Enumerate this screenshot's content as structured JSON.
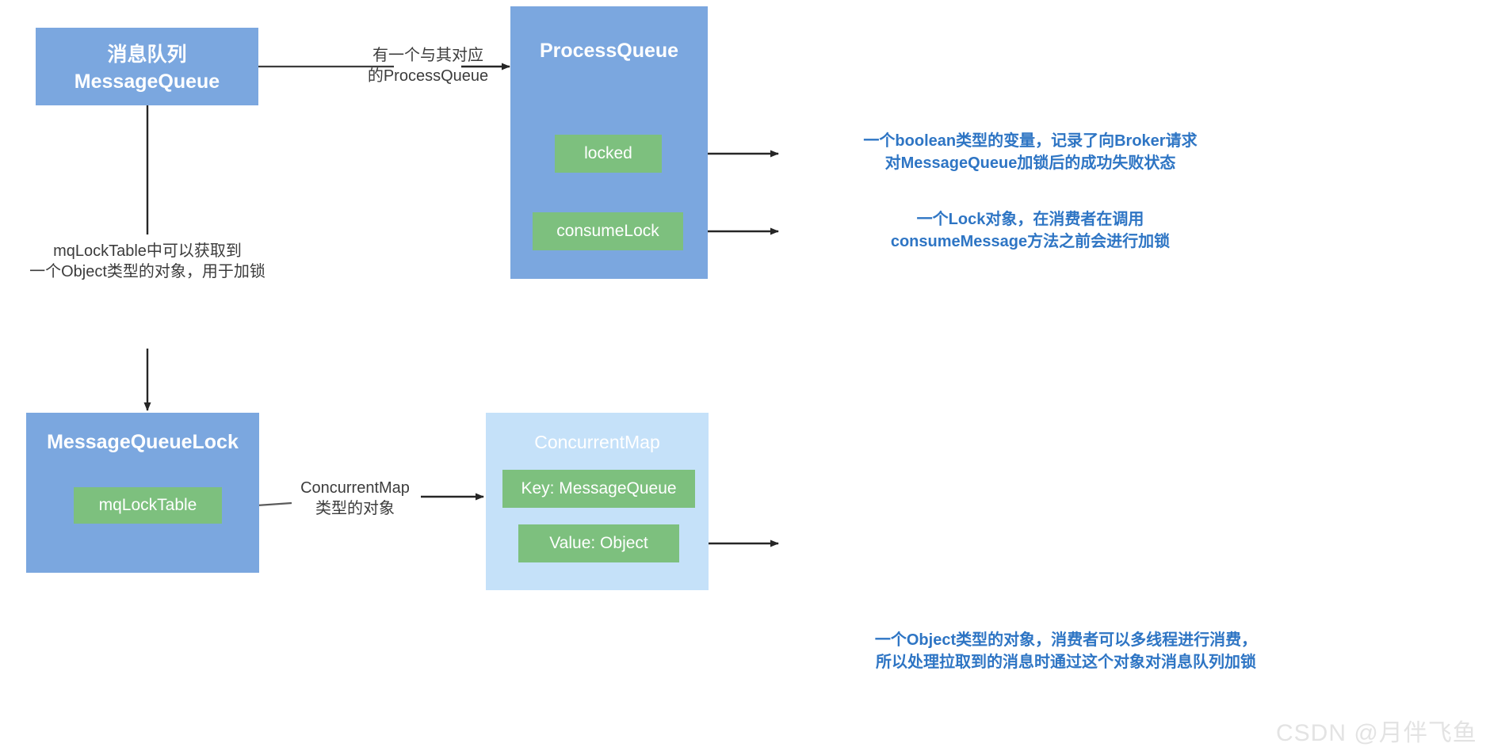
{
  "diagram": {
    "title_line1": "消息队列",
    "title_line2": "MessageQueue",
    "colors": {
      "box_blue": "#7BA7DF",
      "box_light_blue": "#C5E1F9",
      "box_green": "#7DC07E",
      "annotation_blue": "#2E75C4",
      "edge_gray": "#3c3c3c",
      "watermark_gray": "#e3e3e3"
    },
    "nodes": {
      "message_queue": {
        "line1": "消息队列",
        "line2": "MessageQueue"
      },
      "process_queue": {
        "title": "ProcessQueue",
        "fields": [
          {
            "label": "locked"
          },
          {
            "label": "consumeLock"
          }
        ]
      },
      "message_queue_lock": {
        "title": "MessageQueueLock",
        "fields": [
          {
            "label": "mqLockTable"
          }
        ]
      },
      "concurrent_map": {
        "title": "ConcurrentMap",
        "fields": [
          {
            "label": "Key: MessageQueue"
          },
          {
            "label": "Value: Object"
          }
        ]
      }
    },
    "edge_labels": {
      "mq_to_pq": "有一个与其对应\n的ProcessQueue",
      "mq_to_mqlock": "mqLockTable中可以获取到\n一个Object类型的对象，用于加锁",
      "mqlocktable_to_map": "ConcurrentMap\n类型的对象"
    },
    "annotations": {
      "locked": "一个boolean类型的变量，记录了向Broker请求\n对MessageQueue加锁后的成功失败状态",
      "consume_lock": "一个Lock对象，在消费者在调用\nconsumeMessage方法之前会进行加锁",
      "value_object": "一个Object类型的对象，消费者可以多线程进行消费，\n所以处理拉取到的消息时通过这个对象对消息队列加锁"
    },
    "watermark": "CSDN @月伴飞鱼"
  }
}
